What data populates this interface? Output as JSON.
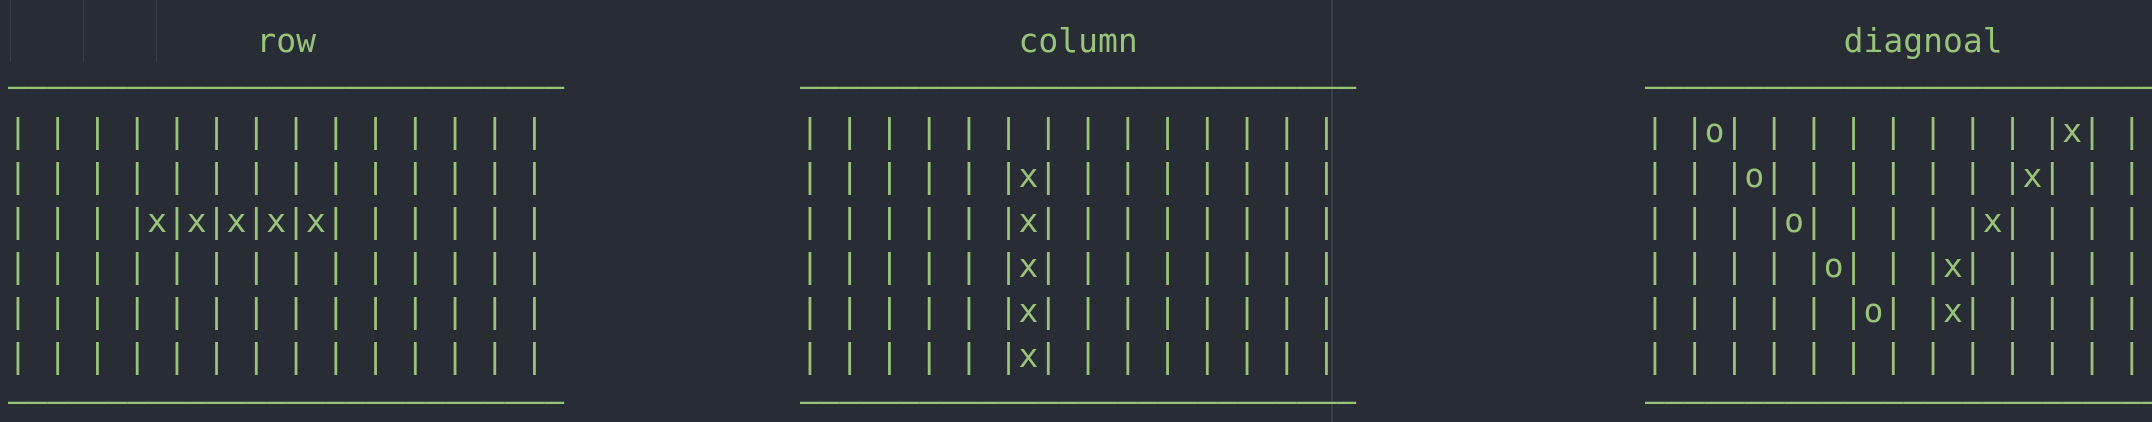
{
  "panels": [
    {
      "title": "row",
      "rule": "————————————————————————————",
      "lines": [
        "| | | | | | | | | | | | | |",
        "| | | | | | | | | | | | | |",
        "| | | |x|x|x|x|x| | | | | |",
        "| | | | | | | | | | | | | |",
        "| | | | | | | | | | | | | |",
        "| | | | | | | | | | | | | |"
      ]
    },
    {
      "title": "column",
      "rule": "————————————————————————————",
      "lines": [
        "| | | | | | | | | | | | | |",
        "| | | | | |x| | | | | | | |",
        "| | | | | |x| | | | | | | |",
        "| | | | | |x| | | | | | | |",
        "| | | | | |x| | | | | | | |",
        "| | | | | |x| | | | | | | |"
      ]
    },
    {
      "title": "diagnoal",
      "rule": "————————————————————————————",
      "lines": [
        "| |o| | | | | | | | |x| |",
        "| | |o| | | | | | |x| | |",
        "| | | |o| | | | |x| | | |",
        "| | | | |o| | |x| | | | |",
        "| | | | | |o| |x| | | | | |",
        "| | | | | | | | | | | | | |"
      ]
    }
  ]
}
